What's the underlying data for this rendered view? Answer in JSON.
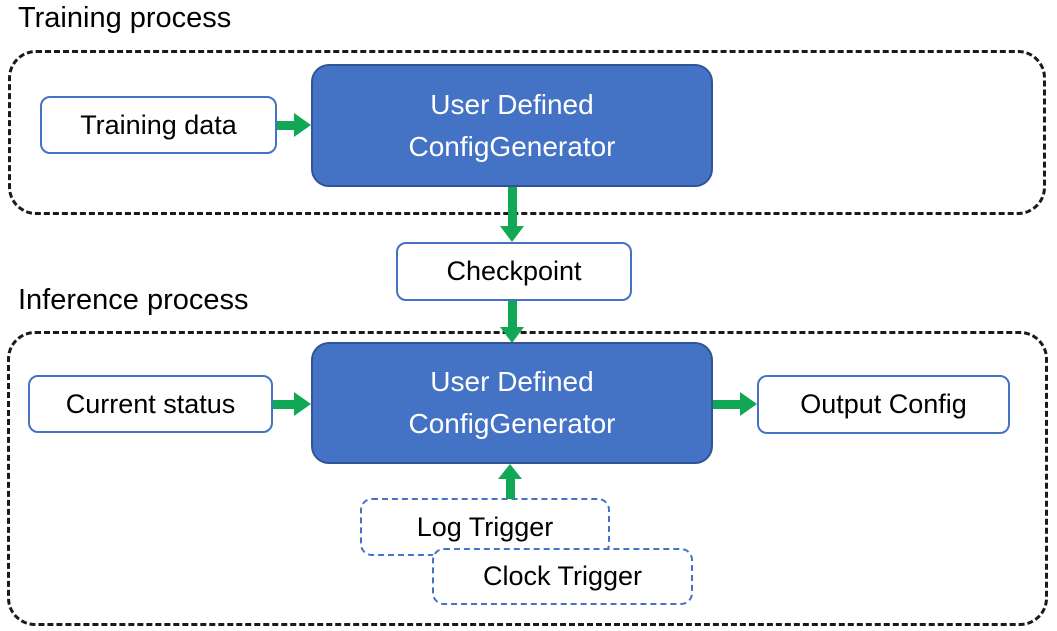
{
  "colors": {
    "generator-fill": "#4472C4",
    "generator-border": "#2F5597",
    "io-box-border": "#4472C4",
    "trigger-border": "#4472C4",
    "arrow-green": "#10A854",
    "container-dash": "#1A1A1A",
    "text-dark": "#000000",
    "text-light": "#FFFFFF",
    "background": "#FFFFFF"
  },
  "training": {
    "section_label": "Training process",
    "input_label": "Training data",
    "generator": {
      "line1": "User Defined",
      "line2": "ConfigGenerator"
    }
  },
  "checkpoint_label": "Checkpoint",
  "inference": {
    "section_label": "Inference process",
    "input_label": "Current status",
    "generator": {
      "line1": "User Defined",
      "line2": "ConfigGenerator"
    },
    "output_label": "Output Config",
    "triggers": {
      "log": "Log Trigger",
      "clock": "Clock Trigger"
    }
  }
}
